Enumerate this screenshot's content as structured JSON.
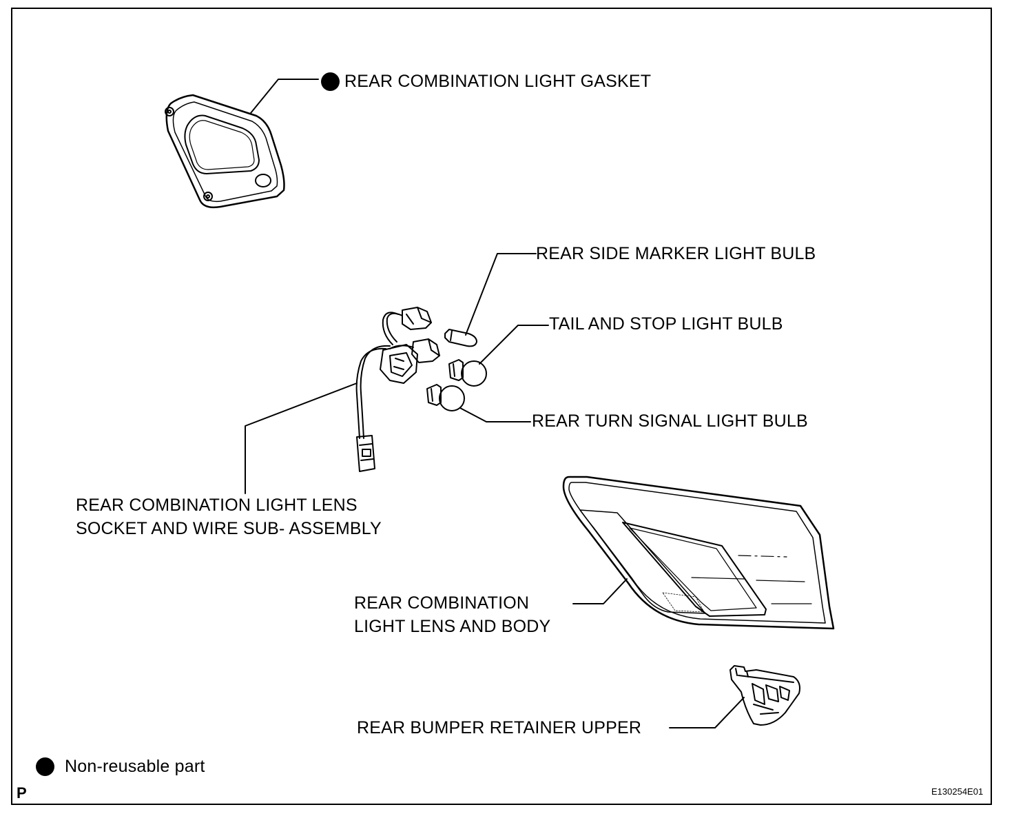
{
  "labels": {
    "gasket": "REAR COMBINATION LIGHT GASKET",
    "side_marker_bulb": "REAR SIDE MARKER LIGHT BULB",
    "tail_stop_bulb": "TAIL AND STOP LIGHT BULB",
    "turn_signal_bulb": "REAR TURN SIGNAL LIGHT BULB",
    "socket_wire_line1": "REAR COMBINATION LIGHT LENS",
    "socket_wire_line2": "SOCKET AND WIRE SUB- ASSEMBLY",
    "lens_body_line1": "REAR COMBINATION",
    "lens_body_line2": "LIGHT LENS AND BODY",
    "retainer": "REAR BUMPER RETAINER UPPER"
  },
  "legend": {
    "symbol": "filled-circle",
    "text": "Non-reusable part"
  },
  "corner_mark": "P",
  "figure_code": "E130254E01",
  "colors": {
    "ink": "#000000",
    "background": "#ffffff"
  }
}
